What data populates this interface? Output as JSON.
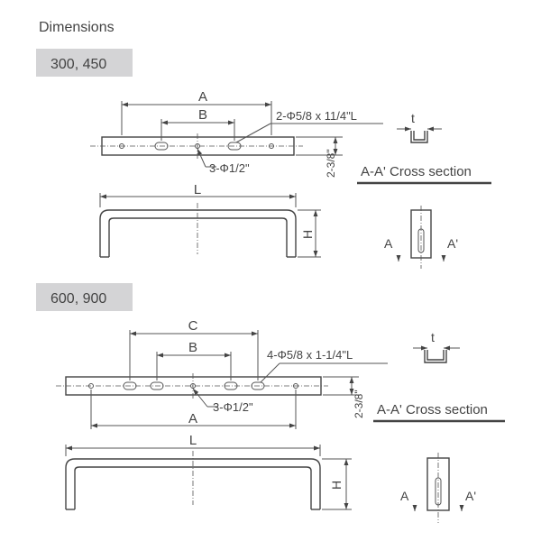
{
  "title": "Dimensions",
  "colors": {
    "line": "#444444",
    "label_bg": "#d4d4d6",
    "text": "#444444"
  },
  "sections": [
    {
      "label": "300, 450",
      "dims": {
        "a": "A",
        "b": "B",
        "slot_note": "2-Φ5/8 x 11/4\"L",
        "hole_note": "3-Φ1/2\"",
        "height": "2-3/8\"",
        "length": "L",
        "h": "H",
        "t": "t"
      },
      "cross_section": {
        "title": "A-A' Cross section",
        "left": "A",
        "right": "A'"
      }
    },
    {
      "label": "600, 900",
      "dims": {
        "c": "C",
        "b": "B",
        "a": "A",
        "slot_note": "4-Φ5/8 x 1-1/4\"L",
        "hole_note": "3-Φ1/2\"",
        "height": "2-3/8\"",
        "length": "L",
        "h": "H",
        "t": "t"
      },
      "cross_section": {
        "title": "A-A' Cross section",
        "left": "A",
        "right": "A'"
      }
    }
  ]
}
